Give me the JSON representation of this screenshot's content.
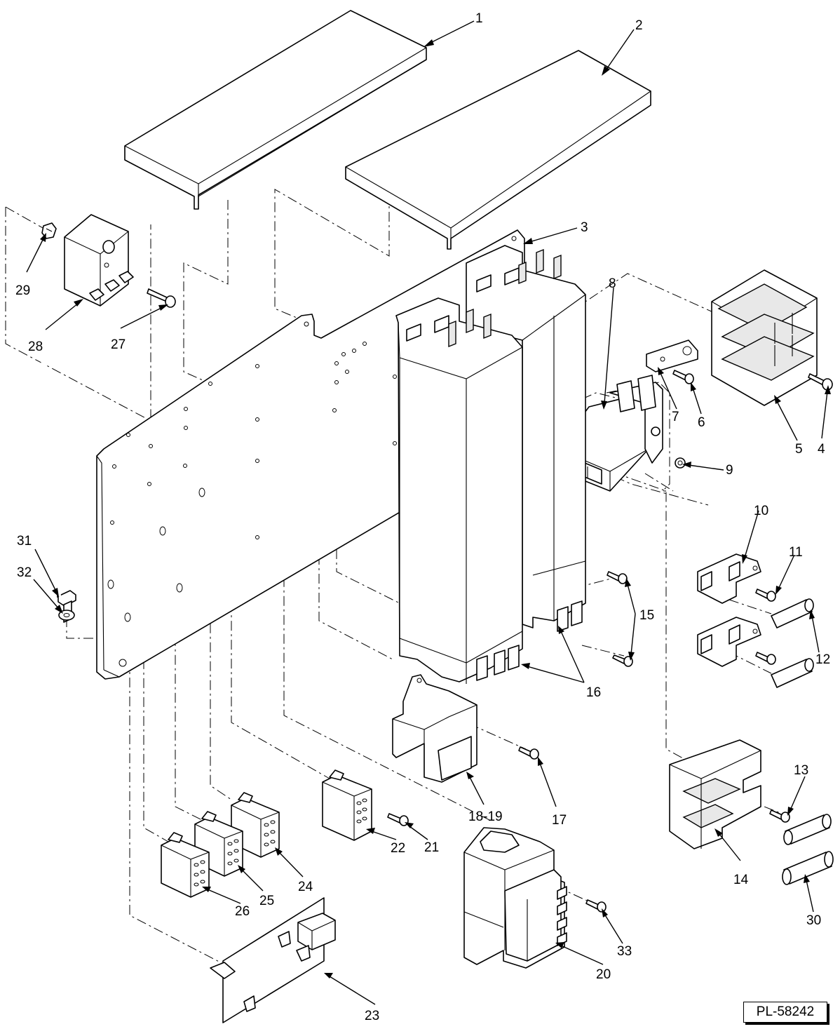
{
  "drawing_number": "PL-58242",
  "callouts": [
    "1",
    "2",
    "3",
    "4",
    "5",
    "6",
    "7",
    "8",
    "9",
    "10",
    "11",
    "12",
    "13",
    "14",
    "15",
    "16",
    "17",
    "18-19",
    "20",
    "21",
    "22",
    "23",
    "24",
    "25",
    "26",
    "27",
    "28",
    "29",
    "30",
    "31",
    "32",
    "33"
  ]
}
